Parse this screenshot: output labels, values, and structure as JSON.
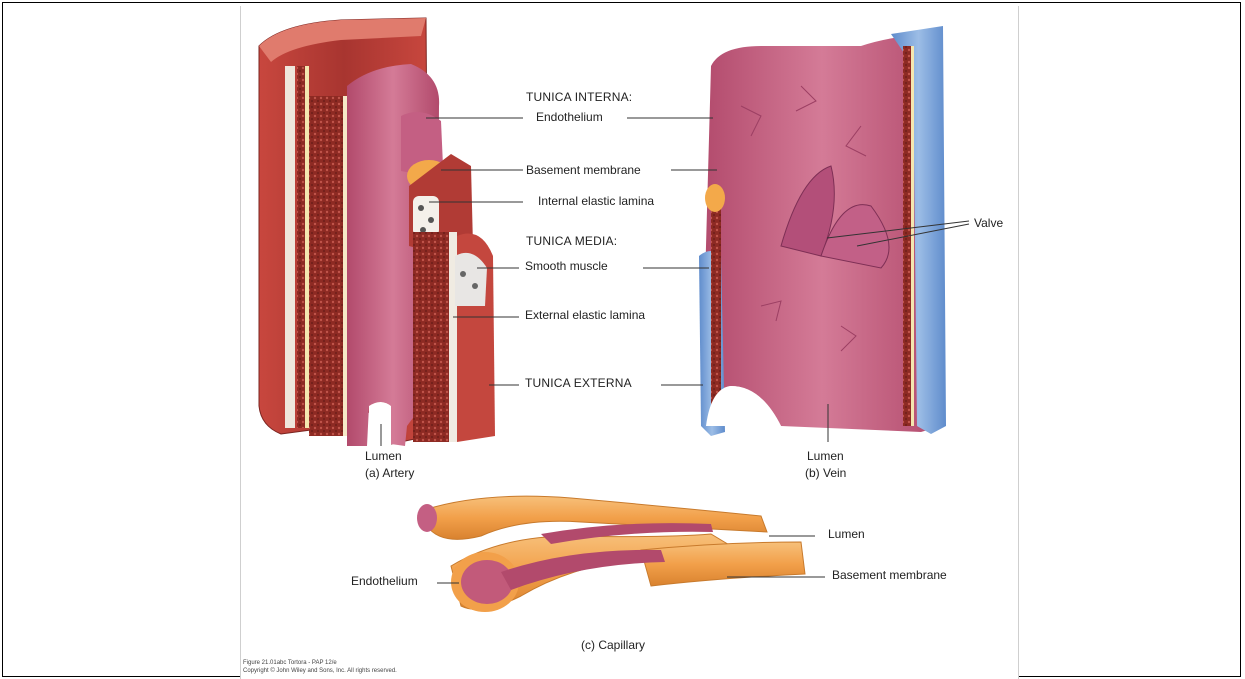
{
  "labels": {
    "tunica_interna": "TUNICA INTERNA:",
    "endothelium": "Endothelium",
    "basement_membrane": "Basement membrane",
    "internal_elastic_lamina": "Internal elastic lamina",
    "tunica_media": "TUNICA MEDIA:",
    "smooth_muscle": "Smooth muscle",
    "external_elastic_lamina": "External elastic lamina",
    "tunica_externa": "TUNICA EXTERNA",
    "valve": "Valve",
    "lumen": "Lumen"
  },
  "captions": {
    "artery": "(a) Artery",
    "vein": "(b) Vein",
    "capillary": "(c) Capillary"
  },
  "credit": {
    "line1": "Figure 21.01abc Tortora - PAP 12/e",
    "line2": "Copyright © John Wiley and Sons, Inc. All rights reserved."
  },
  "colors": {
    "artery_red": "#b8403a",
    "lumen_pink": "#c25a7a",
    "vein_blue": "#7aa3d6",
    "membrane_orange": "#f0a64a",
    "capillary_orange": "#f2a450"
  }
}
